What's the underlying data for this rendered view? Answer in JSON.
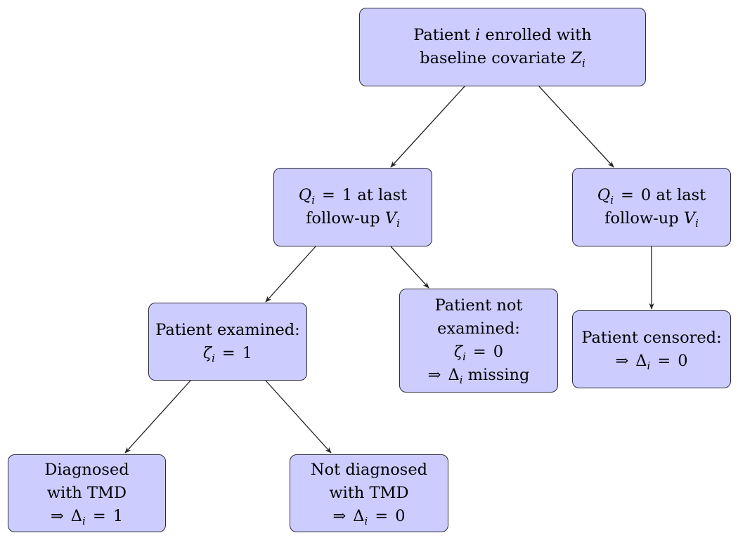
{
  "nodes": {
    "enrolled": {
      "line1": {
        "pre": "Patient ",
        "var": "i",
        "post": " enrolled with"
      },
      "line2": {
        "text": "baseline covariate ",
        "var": "Z",
        "sub": "i"
      }
    },
    "q1": {
      "line1": {
        "var": "Q",
        "sub": "i",
        "eq": "=",
        "val": "1",
        "post": " at last"
      },
      "line2": {
        "text": "follow-up ",
        "var": "V",
        "sub": "i"
      }
    },
    "q0": {
      "line1": {
        "var": "Q",
        "sub": "i",
        "eq": "=",
        "val": "0",
        "post": " at last"
      },
      "line2": {
        "text": "follow-up ",
        "var": "V",
        "sub": "i"
      }
    },
    "examined": {
      "line1": "Patient examined:",
      "line2": {
        "var": "ζ",
        "sub": "i",
        "eq": "=",
        "val": "1"
      }
    },
    "not_examined": {
      "line1": "Patient not",
      "line2": "examined:",
      "line3": {
        "var": "ζ",
        "sub": "i",
        "eq": "=",
        "val": "0"
      },
      "line4": {
        "arrow": "⇒",
        "var": "Δ",
        "sub": "i",
        "post": " missing"
      }
    },
    "censored": {
      "line1": "Patient censored:",
      "line2": {
        "arrow": "⇒",
        "var": "Δ",
        "sub": "i",
        "eq": "=",
        "val": "0"
      }
    },
    "diagnosed": {
      "line1": "Diagnosed",
      "line2": "with TMD",
      "line3": {
        "arrow": "⇒",
        "var": "Δ",
        "sub": "i",
        "eq": "=",
        "val": "1"
      }
    },
    "not_diagnosed": {
      "line1": "Not diagnosed",
      "line2": "with TMD",
      "line3": {
        "arrow": "⇒",
        "var": "Δ",
        "sub": "i",
        "eq": "=",
        "val": "0"
      }
    }
  },
  "edges": [
    {
      "from": "enrolled",
      "to": "q1"
    },
    {
      "from": "enrolled",
      "to": "q0"
    },
    {
      "from": "q1",
      "to": "examined"
    },
    {
      "from": "q1",
      "to": "not_examined"
    },
    {
      "from": "q0",
      "to": "censored"
    },
    {
      "from": "examined",
      "to": "diagnosed"
    },
    {
      "from": "examined",
      "to": "not_diagnosed"
    }
  ]
}
